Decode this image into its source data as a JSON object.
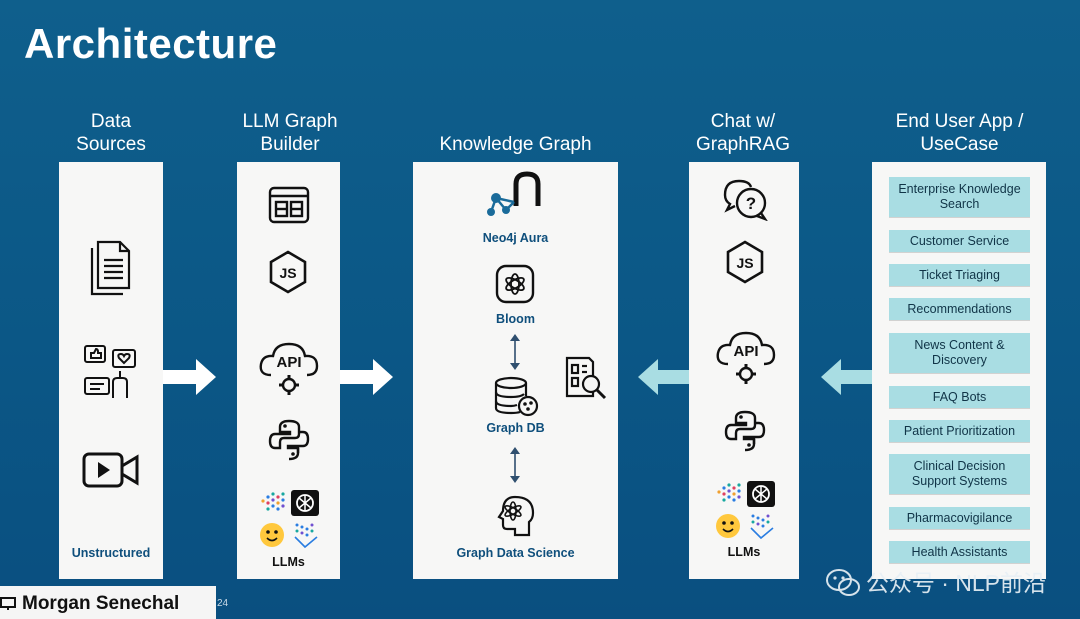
{
  "title": "Architecture",
  "columns": {
    "data_sources": {
      "header_line1": "Data",
      "header_line2": "Sources",
      "caption": "Unstructured"
    },
    "llm_graph_builder": {
      "header_line1": "LLM Graph",
      "header_line2": "Builder",
      "caption": "LLMs"
    },
    "knowledge_graph": {
      "header": "Knowledge Graph",
      "items": [
        "Neo4j Aura",
        "Bloom",
        "Graph DB",
        "Graph Data Science"
      ]
    },
    "chat_graphrag": {
      "header_line1": "Chat w/",
      "header_line2": "GraphRAG",
      "caption": "LLMs"
    },
    "end_user_app": {
      "header_line1": "End User App /",
      "header_line2": "UseCase"
    }
  },
  "icons": {
    "js_badge": "JS",
    "api_badge": "API",
    "doubt_mark": "?"
  },
  "use_cases": [
    {
      "line1": "Enterprise Knowledge",
      "line2": "Search"
    },
    {
      "line1": "Customer Service",
      "line2": ""
    },
    {
      "line1": "Ticket Triaging",
      "line2": ""
    },
    {
      "line1": "Recommendations",
      "line2": ""
    },
    {
      "line1": "News Content &",
      "line2": "Discovery"
    },
    {
      "line1": "FAQ Bots",
      "line2": ""
    },
    {
      "line1": "Patient Prioritization",
      "line2": ""
    },
    {
      "line1": "Clinical Decision",
      "line2": "Support Systems"
    },
    {
      "line1": "Pharmacovigilance",
      "line2": ""
    },
    {
      "line1": "Health Assistants",
      "line2": ""
    }
  ],
  "presenter": {
    "name": "Morgan Senechal",
    "fragment": "24"
  },
  "watermark": "公众号 · NLP前沿",
  "colors": {
    "background": "#0b5786",
    "panel": "#f7f7f6",
    "usecase_fill": "#a9dde3",
    "arrow_right": "#ffffff",
    "arrow_left": "#a9dde3",
    "caption": "#0f4f7c"
  }
}
